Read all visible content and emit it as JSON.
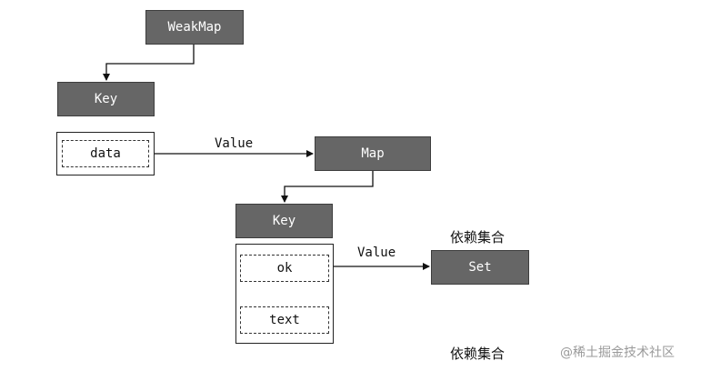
{
  "nodes": {
    "weakmap": "WeakMap",
    "key_top": "Key",
    "data_key": "data",
    "map": "Map",
    "key_mid": "Key",
    "ok_key": "ok",
    "text_key": "text",
    "set": "Set"
  },
  "edges": {
    "value_1": "Value",
    "value_2": "Value"
  },
  "annotations": {
    "dep_set_label_1": "依赖集合",
    "dep_set_label_2": "依赖集合"
  },
  "watermark": "@稀土掘金技术社区",
  "colors": {
    "box_fill": "#666666",
    "box_text": "#ffffff",
    "line": "#111111"
  }
}
